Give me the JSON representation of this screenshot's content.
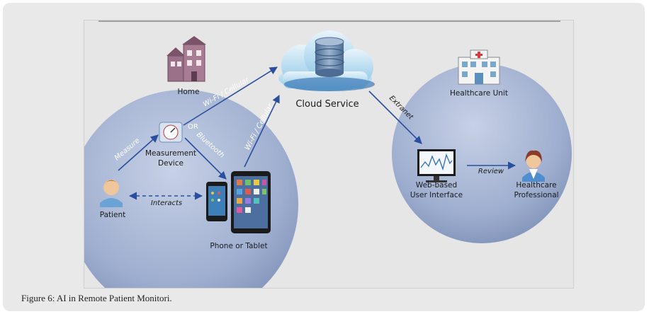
{
  "diagram": {
    "labels": {
      "home": "Home",
      "cloud": "Cloud Service",
      "healthcare_unit": "Healthcare Unit",
      "measurement_device_l1": "Measurement",
      "measurement_device_l2": "Device",
      "patient": "Patient",
      "phone_tablet": "Phone or Tablet",
      "web_ui_l1": "Web-based",
      "web_ui_l2": "User Interface",
      "professional_l1": "Healthcare",
      "professional_l2": "Professional"
    },
    "edges": {
      "wifi_home": "Wi-Fi / Cellular",
      "wifi_phone": "Wi-Fi / Cellular",
      "extranet": "Extranet",
      "measure": "Measure",
      "or": "OR",
      "bluetooth": "Bluetooth",
      "interacts": "Interacts",
      "review": "Review"
    }
  },
  "caption": "Figure 6: AI in Remote Patient Monitori."
}
